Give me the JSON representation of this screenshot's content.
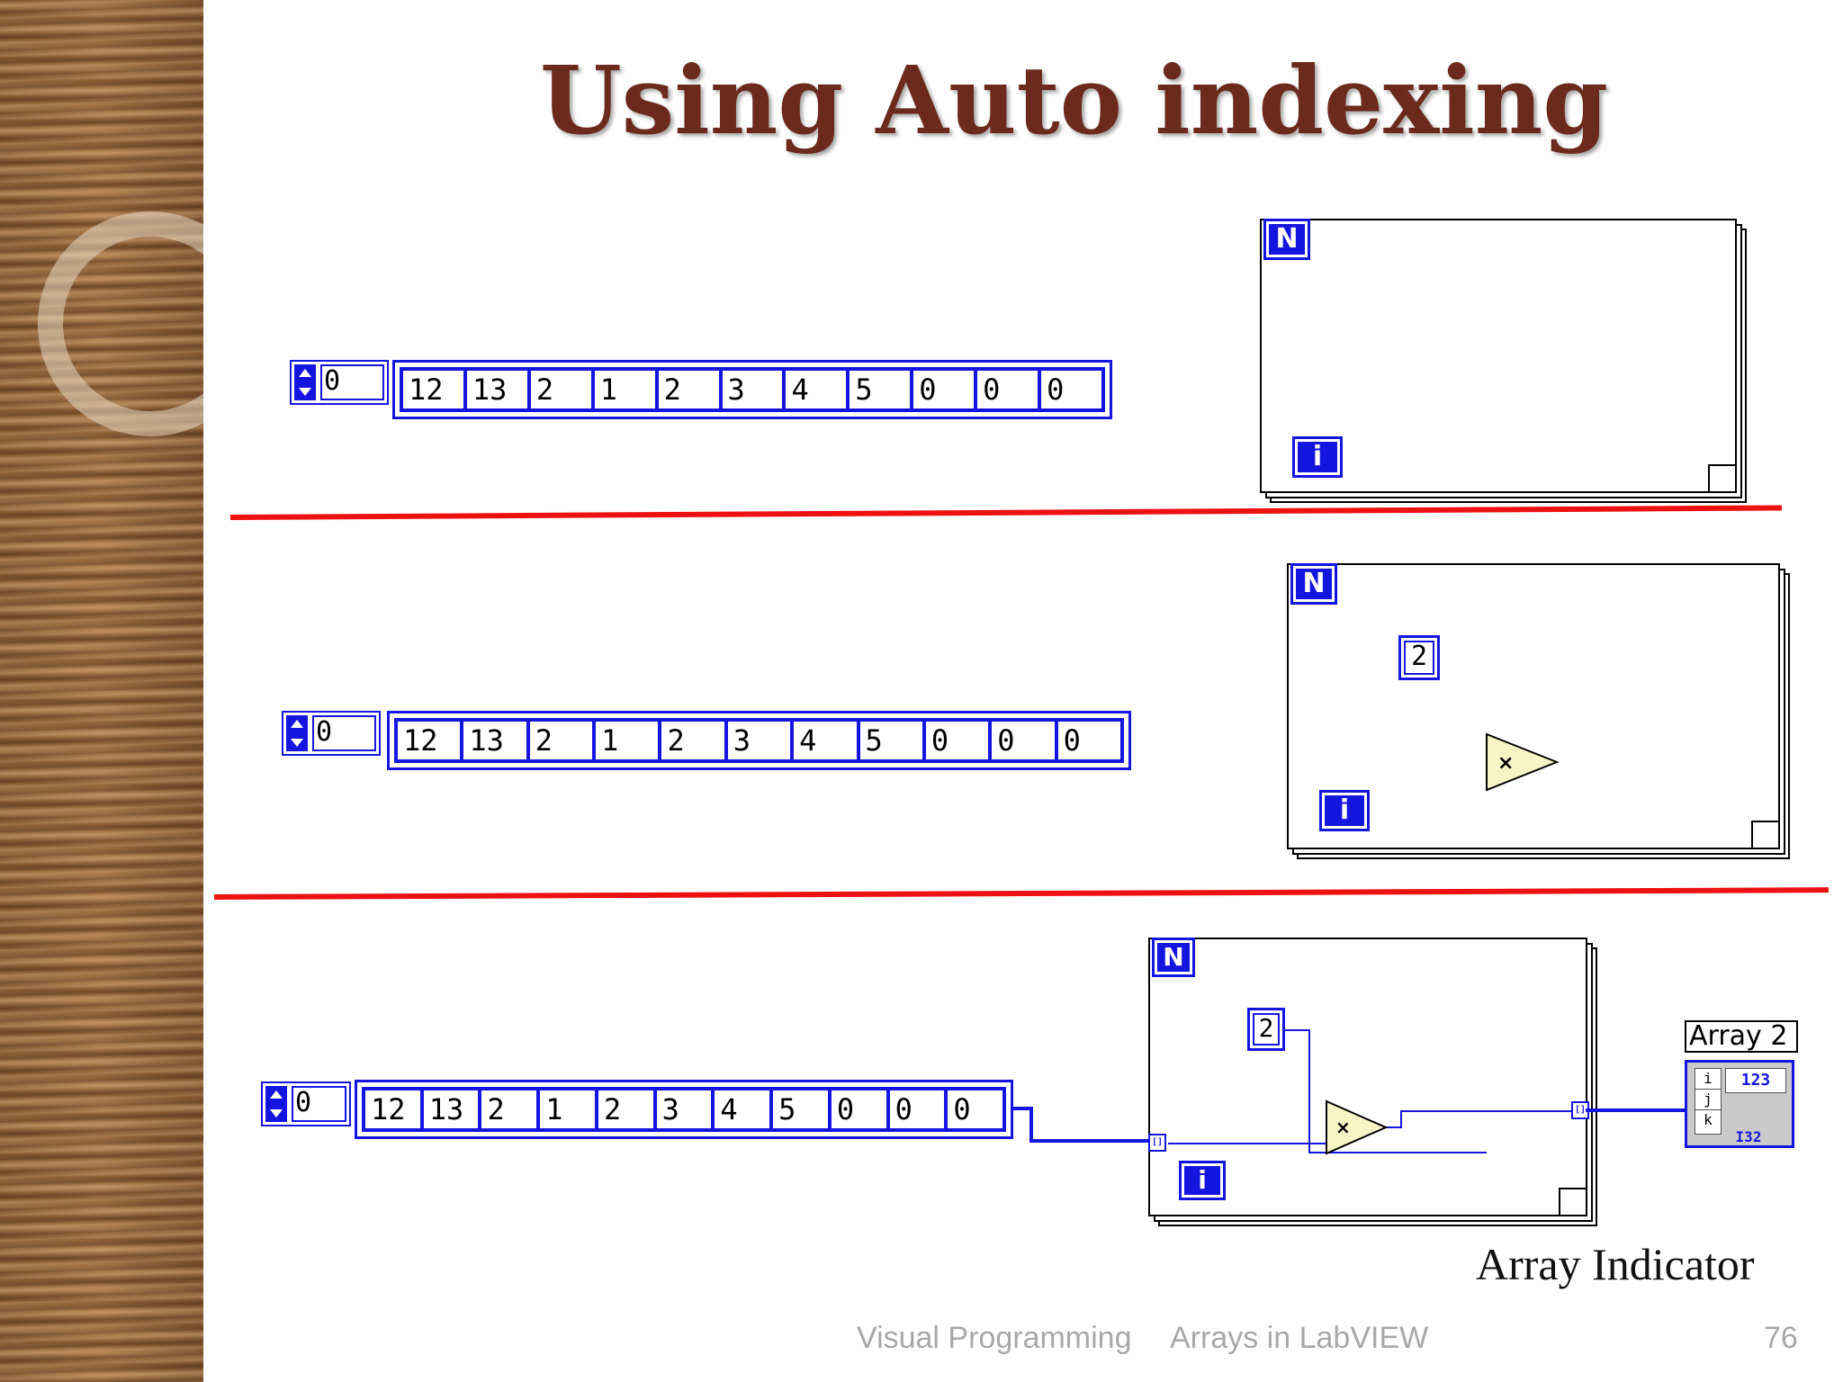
{
  "slide": {
    "title": "Using Auto indexing",
    "caption": "Array Indicator",
    "footer": {
      "course": "Visual Programming",
      "topic": "Arrays in LabVIEW",
      "page": "76"
    },
    "colors": {
      "title": "#6b2a1c",
      "separator": "#ee1111",
      "labview_blue": "#1515e0",
      "multiply_fill": "#f7f4c6"
    }
  },
  "panels": [
    {
      "array_control": {
        "index": "0",
        "values": [
          "12",
          "13",
          "2",
          "1",
          "2",
          "3",
          "4",
          "5",
          "0",
          "0",
          "0"
        ]
      },
      "loop": {
        "count_terminal": "N",
        "iteration_terminal": "i"
      }
    },
    {
      "array_control": {
        "index": "0",
        "values": [
          "12",
          "13",
          "2",
          "1",
          "2",
          "3",
          "4",
          "5",
          "0",
          "0",
          "0"
        ]
      },
      "loop": {
        "count_terminal": "N",
        "iteration_terminal": "i",
        "constant": "2",
        "multiply_icon": "multiply-icon"
      }
    },
    {
      "array_control": {
        "index": "0",
        "values": [
          "12",
          "13",
          "2",
          "1",
          "2",
          "3",
          "4",
          "5",
          "0",
          "0",
          "0"
        ]
      },
      "loop": {
        "count_terminal": "N",
        "iteration_terminal": "i",
        "constant": "2",
        "multiply_icon": "multiply-icon",
        "tunnel_in": "[]",
        "tunnel_out": "[]"
      },
      "indicator": {
        "label": "Array 2",
        "type_label": "123",
        "index_labels": [
          "i",
          "j",
          "k"
        ],
        "bits_label": "I32"
      }
    }
  ]
}
